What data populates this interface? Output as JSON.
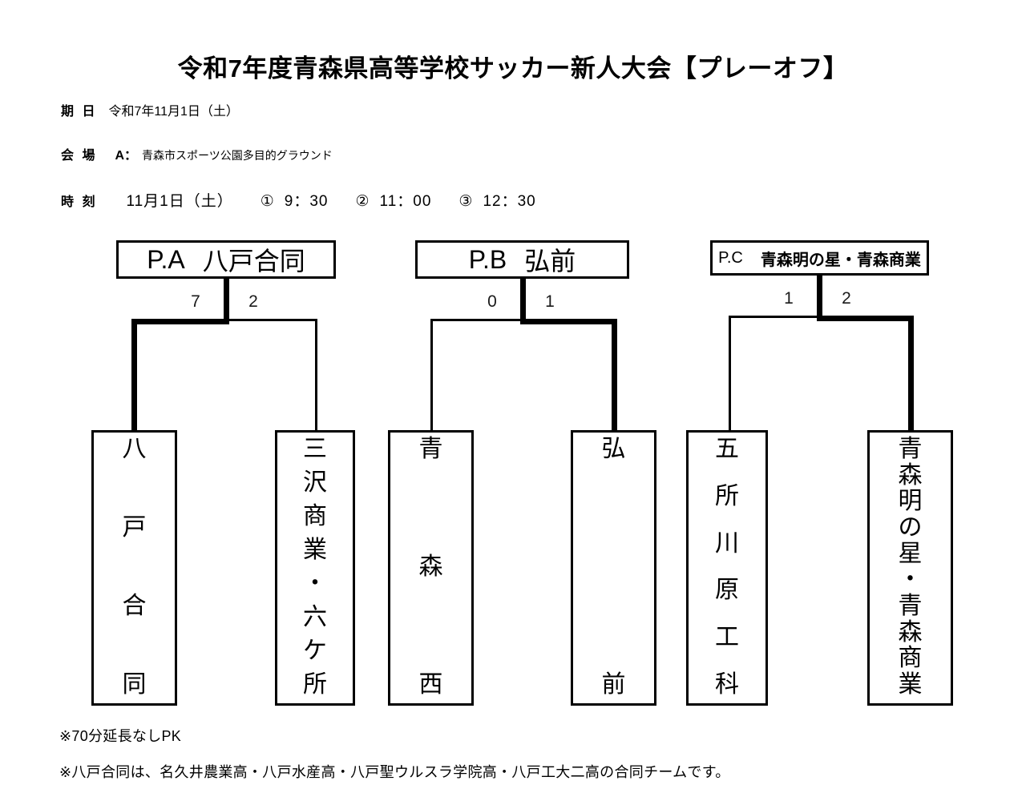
{
  "title": "令和7年度青森県高等学校サッカー新人大会【プレーオフ】",
  "header": {
    "date_label": "期 日",
    "date_value": "令和7年11月1日（土）",
    "venue_label": "会 場",
    "venue_key": "A：",
    "venue_name": "青森市スポーツ公園多目的グラウンド",
    "time_label": "時 刻",
    "time_day": "11月1日（土）",
    "slots": [
      {
        "num": "①",
        "time": "9：30"
      },
      {
        "num": "②",
        "time": "11：00"
      },
      {
        "num": "③",
        "time": "12：30"
      }
    ]
  },
  "brackets": [
    {
      "code": "P.A",
      "group_name": "八戸合同",
      "left_score": "7",
      "right_score": "2",
      "winner": "left",
      "left_team": "八戸合同",
      "right_team": "三沢商業・六ケ所"
    },
    {
      "code": "P.B",
      "group_name": "弘前",
      "left_score": "0",
      "right_score": "1",
      "winner": "right",
      "left_team": "青森西",
      "right_team": "弘前"
    },
    {
      "code": "P.C",
      "group_name": "青森明の星・青森商業",
      "left_score": "1",
      "right_score": "2",
      "winner": "right",
      "left_team": "五所川原工科",
      "right_team": "青森明の星・青森商業"
    }
  ],
  "notes": [
    "※70分延長なしPK",
    "※八戸合同は、名久井農業高・八戸水産高・八戸聖ウルスラ学院高・八戸工大二高の合同チームです。"
  ],
  "colors": {
    "line": "#000000",
    "text": "#000000",
    "score": "#1a1a1a",
    "background": "#ffffff"
  }
}
